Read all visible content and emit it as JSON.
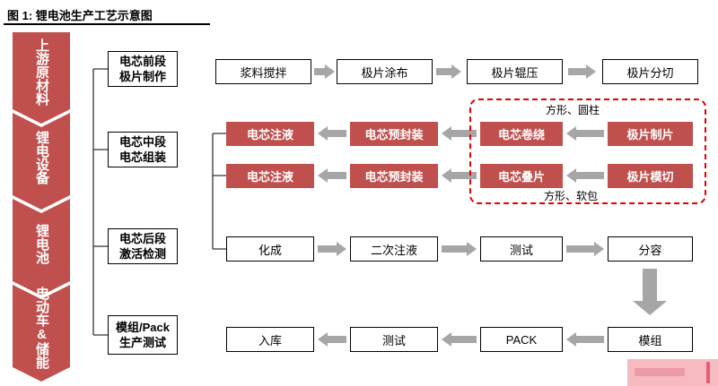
{
  "title": "图 1: 锂电池生产工艺示意图",
  "sidebar": {
    "segments": [
      {
        "label": "上游原材料"
      },
      {
        "label": "锂电设备"
      },
      {
        "label": "锂电池"
      },
      {
        "label": "电动车&储能"
      }
    ]
  },
  "stages": [
    {
      "line1": "电芯前段",
      "line2": "极片制作"
    },
    {
      "line1": "电芯中段",
      "line2": "电芯组装"
    },
    {
      "line1": "电芯后段",
      "line2": "激活检测"
    },
    {
      "line1": "模组/Pack",
      "line2": "生产测试"
    }
  ],
  "flows": {
    "row1": {
      "steps": [
        "浆料搅拌",
        "极片涂布",
        "极片辊压",
        "极片分切"
      ]
    },
    "row2": {
      "steps": [
        "电芯注液",
        "电芯预封装",
        "电芯卷绕",
        "极片制片"
      ]
    },
    "row3": {
      "steps": [
        "电芯注液",
        "电芯预封装",
        "电芯叠片",
        "极片模切"
      ]
    },
    "row4": {
      "steps": [
        "化成",
        "二次注液",
        "测试",
        "分容"
      ]
    },
    "row5": {
      "steps": [
        "入库",
        "测试",
        "PACK",
        "模组"
      ]
    }
  },
  "annotations": {
    "square_cylinder": "方形、圆柱",
    "square_pouch": "方形、软包"
  },
  "colors": {
    "brand_red": "#C0504D",
    "arrow_gray": "#A6A6A6",
    "dashed_red": "#E60000",
    "line_black": "#333333"
  }
}
